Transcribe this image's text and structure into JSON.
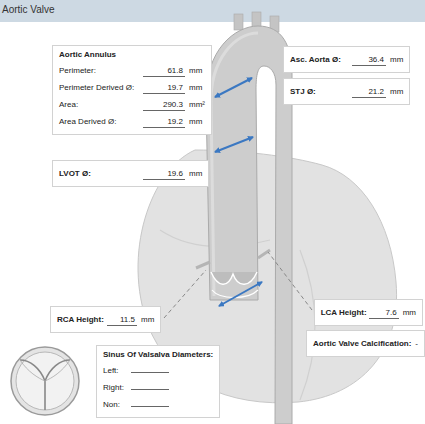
{
  "diagram": {
    "title": "Aortic Valve",
    "nodes": [
      {
        "text": [
          "Aortic Annulus",
          "Perimeter:",
          "61.8",
          "mm",
          "Perimeter Derived Ø:",
          "19.7",
          "mm",
          "Area:",
          "290.3",
          "mm²",
          "Area Derived Ø:",
          "19.2",
          "mm"
        ]
      },
      {
        "text": [
          "LVOT Ø:",
          "19.6",
          "mm"
        ]
      },
      {
        "text": [
          "Asc. Aorta Ø:",
          "36.4",
          "mm"
        ]
      },
      {
        "text": [
          "STJ Ø:",
          "21.2",
          "mm"
        ]
      },
      {
        "text": [
          "RCA Height:",
          "11.5",
          "mm"
        ]
      },
      {
        "text": [
          "LCA Height:",
          "7.6",
          "mm"
        ]
      },
      {
        "text": [
          "Sinus Of Valsalva Diameters:",
          "Left:",
          "Right:",
          "Non:"
        ]
      },
      {
        "text": [
          "Aortic Valve Calcification:",
          "-"
        ]
      }
    ]
  }
}
